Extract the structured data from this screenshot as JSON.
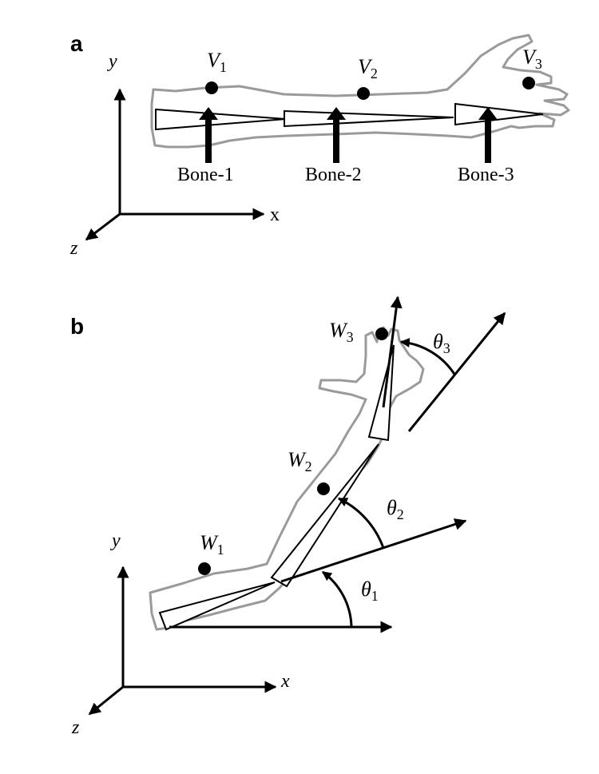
{
  "panels": [
    {
      "letter": "a",
      "axes": {
        "x": "x",
        "y": "y",
        "z": "z"
      },
      "points": [
        {
          "name": "V",
          "sub": "1"
        },
        {
          "name": "V",
          "sub": "2"
        },
        {
          "name": "V",
          "sub": "3"
        }
      ],
      "bones": [
        "Bone-1",
        "Bone-2",
        "Bone-3"
      ]
    },
    {
      "letter": "b",
      "axes": {
        "x": "x",
        "y": "y",
        "z": "z"
      },
      "points": [
        {
          "name": "W",
          "sub": "1"
        },
        {
          "name": "W",
          "sub": "2"
        },
        {
          "name": "W",
          "sub": "3"
        }
      ],
      "angles": [
        {
          "symbol": "θ",
          "sub": "1"
        },
        {
          "symbol": "θ",
          "sub": "2"
        },
        {
          "symbol": "θ",
          "sub": "3"
        }
      ]
    }
  ],
  "colors": {
    "outline": "#9a9a9a",
    "ink": "#000000",
    "background": "#ffffff"
  }
}
